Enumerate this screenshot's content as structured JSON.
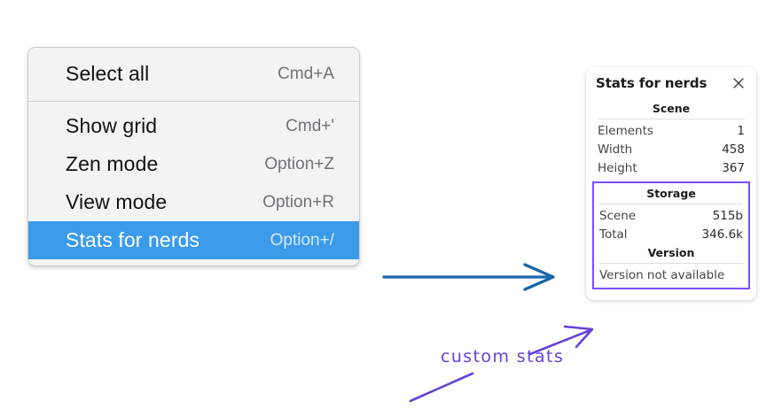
{
  "menu": {
    "groups": [
      {
        "items": [
          {
            "label": "Select all",
            "shortcut": "Cmd+A",
            "selected": false,
            "name": "menu-item-select-all"
          }
        ]
      },
      {
        "items": [
          {
            "label": "Show grid",
            "shortcut": "Cmd+'",
            "selected": false,
            "name": "menu-item-show-grid"
          },
          {
            "label": "Zen mode",
            "shortcut": "Option+Z",
            "selected": false,
            "name": "menu-item-zen-mode"
          },
          {
            "label": "View mode",
            "shortcut": "Option+R",
            "selected": false,
            "name": "menu-item-view-mode"
          },
          {
            "label": "Stats for nerds",
            "shortcut": "Option+/",
            "selected": true,
            "name": "menu-item-stats-for-nerds"
          }
        ]
      }
    ],
    "highlight_color": "#3b9bea",
    "background_color": "#f1f3f5"
  },
  "stats_panel": {
    "title": "Stats for nerds",
    "close_icon": "close-icon",
    "sections": [
      {
        "title": "Scene",
        "highlighted": false,
        "rows": [
          {
            "label": "Elements",
            "value": "1"
          },
          {
            "label": "Width",
            "value": "458"
          },
          {
            "label": "Height",
            "value": "367"
          }
        ]
      },
      {
        "title": "Storage",
        "highlighted": true,
        "rows": [
          {
            "label": "Scene",
            "value": "515b"
          },
          {
            "label": "Total",
            "value": "346.6k"
          }
        ]
      },
      {
        "title": "Version",
        "highlighted": true,
        "plain_rows": [
          "Version not available"
        ]
      }
    ],
    "highlight_border_color": "#7c4dff"
  },
  "annotations": {
    "handwritten_note": "custom stats",
    "note_color": "#6741d9",
    "blue_arrow_color": "#1864ab",
    "purple_arrow_color": "#6741d9"
  }
}
